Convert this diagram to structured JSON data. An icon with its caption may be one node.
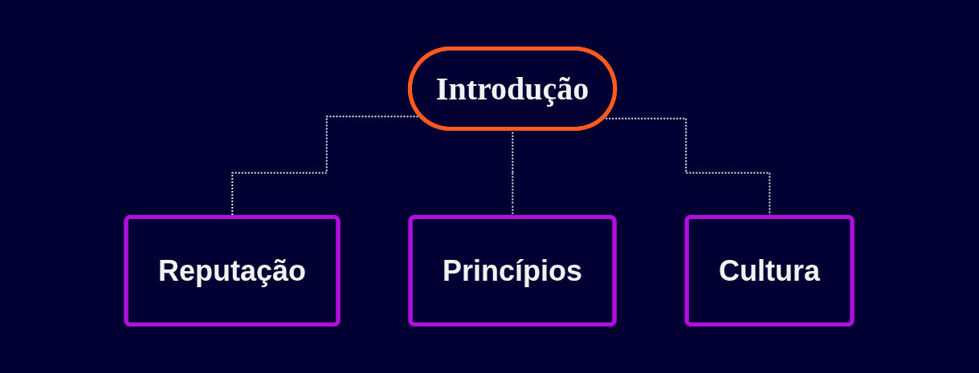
{
  "diagram": {
    "nodes": [
      {
        "text": [
          "Introdução"
        ]
      },
      {
        "text": [
          "Reputação"
        ]
      },
      {
        "text": [
          "Princípios"
        ]
      },
      {
        "text": [
          "Cultura"
        ]
      }
    ],
    "edges": [
      {
        "from": 0,
        "to": 1,
        "arrow": "none",
        "style": "dashed"
      },
      {
        "from": 0,
        "to": 2,
        "arrow": "none",
        "style": "dashed"
      },
      {
        "from": 0,
        "to": 3,
        "arrow": "none",
        "style": "dashed"
      }
    ]
  }
}
